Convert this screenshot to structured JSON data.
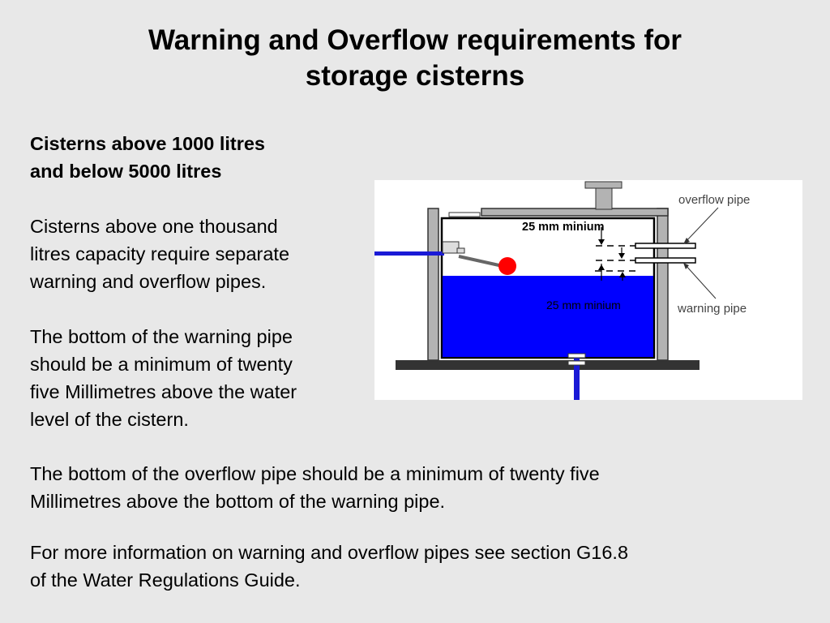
{
  "title": {
    "line1": "Warning and Overflow requirements for",
    "line2": "storage cisterns"
  },
  "subheading": {
    "line1": "Cisterns above 1000 litres",
    "line2": "and below 5000 litres"
  },
  "paragraph1": [
    "Cisterns above one thousand",
    "litres capacity require separate",
    "warning and overflow pipes."
  ],
  "paragraph2": [
    "The bottom of the warning pipe",
    "should be a minimum of twenty",
    "five Millimetres above the water",
    "level of the cistern."
  ],
  "paragraph3": [
    "The bottom of the overflow pipe should be a minimum of twenty five",
    "Millimetres above the bottom of the warning pipe."
  ],
  "paragraph4": [
    "For more information on warning and overflow pipes see section G16.8",
    "of the Water Regulations Guide."
  ],
  "diagram": {
    "label_gap_top": "25 mm minium",
    "label_gap_water": "25 mm minium",
    "label_overflow": "overflow pipe",
    "label_warning": "warning pipe",
    "colors": {
      "water": "#0000ff",
      "ball_float": "#ff0000",
      "cistern_wall": "#b3b3b3",
      "base": "#333333",
      "supply_pipe": "#1a1ad6"
    }
  }
}
